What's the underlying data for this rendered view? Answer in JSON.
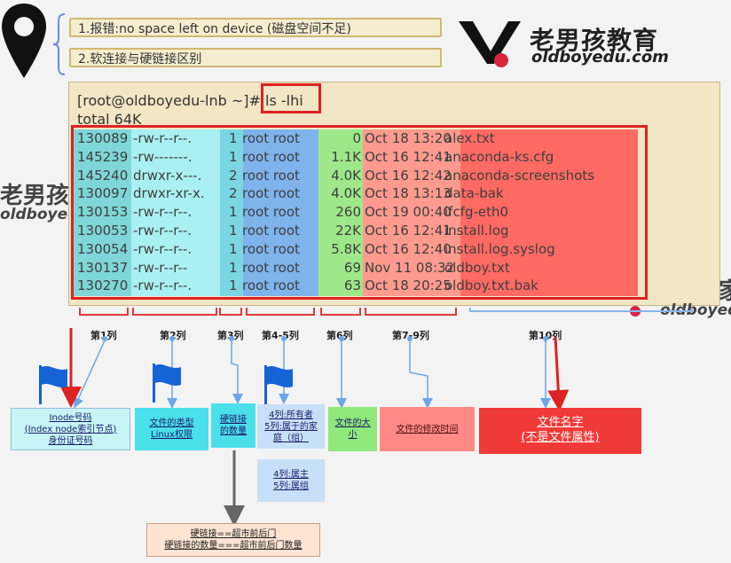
{
  "notes": [
    "1.报错:no space left on device (磁盘空间不足)",
    "2.软连接与硬链接区别"
  ],
  "brand": {
    "cn": "老男孩教育",
    "en": "oldboyedu.com"
  },
  "watermarks": {
    "left_cn": "老男孩",
    "left_en": "oldboyed",
    "right_cn": "家",
    "right_en": "oldboyedu"
  },
  "terminal": {
    "prompt": "[root@oldboyedu-lnb ~]#",
    "command": "ls -lhi",
    "total": "total 64K",
    "rows": [
      {
        "inode": "130089",
        "perm": "-rw-r--r--.",
        "links": "1",
        "owner": "root root",
        "size": "0",
        "date": "Oct 18 13:20",
        "name": "alex.txt"
      },
      {
        "inode": "145239",
        "perm": "-rw-------.",
        "links": "1",
        "owner": "root root",
        "size": "1.1K",
        "date": "Oct 16 12:41",
        "name": "anaconda-ks.cfg"
      },
      {
        "inode": "145240",
        "perm": "drwxr-x---.",
        "links": "2",
        "owner": "root root",
        "size": "4.0K",
        "date": "Oct 16 12:42",
        "name": "anaconda-screenshots"
      },
      {
        "inode": "130097",
        "perm": "drwxr-xr-x.",
        "links": "2",
        "owner": "root root",
        "size": "4.0K",
        "date": "Oct 18 13:13",
        "name": "data-bak"
      },
      {
        "inode": "130153",
        "perm": "-rw-r--r--.",
        "links": "1",
        "owner": "root root",
        "size": "260",
        "date": "Oct 19 00:40",
        "name": "ifcfg-eth0"
      },
      {
        "inode": "130053",
        "perm": "-rw-r--r--.",
        "links": "1",
        "owner": "root root",
        "size": "22K",
        "date": "Oct 16 12:41",
        "name": "install.log"
      },
      {
        "inode": "130054",
        "perm": "-rw-r--r--.",
        "links": "1",
        "owner": "root root",
        "size": "5.8K",
        "date": "Oct 16 12:40",
        "name": "install.log.syslog"
      },
      {
        "inode": "130137",
        "perm": "-rw-r--r--",
        "links": "1",
        "owner": "root root",
        "size": "69",
        "date": "Nov 11 08:32",
        "name": "oldboy.txt"
      },
      {
        "inode": "130270",
        "perm": "-rw-r--r--.",
        "links": "1",
        "owner": "root root",
        "size": "63",
        "date": "Oct 18 20:25",
        "name": "oldboy.txt.bak"
      }
    ]
  },
  "columns": {
    "c1": "第1列",
    "c2": "第2列",
    "c3": "第3列",
    "c45": "第4-5列",
    "c6": "第6列",
    "c79": "第7-9列",
    "c10": "第10列"
  },
  "boxes": {
    "inode": [
      "Inode号码",
      "(Index node索引节点)",
      "身份证号码"
    ],
    "type": [
      "文件的类型",
      "Linux权限"
    ],
    "links": [
      "硬链接",
      "的数量"
    ],
    "owner": [
      "4列:所有者",
      "5列:属于的家",
      "庭（组）"
    ],
    "owner_short": [
      "4列:属主",
      "5列:属组"
    ],
    "size": [
      "文件的大",
      "小"
    ],
    "mtime": "文件的修改时间",
    "name": [
      "文件名字",
      "(不是文件属性)"
    ],
    "hardlink": [
      "硬链接==超市前后门",
      "硬链接的数量===超市前后门数量"
    ]
  },
  "colors": {
    "inode": "#7fd6d8",
    "perm": "#a9f0f2",
    "links": "#7ad7e2",
    "owner": "#7eb3ec",
    "size": "#9ee88a",
    "mtime": "#ff9a8e",
    "name": "#ff6a63",
    "highlight": "#dd2222",
    "connector": "#6aa6e8",
    "flag": "#1464d6"
  }
}
